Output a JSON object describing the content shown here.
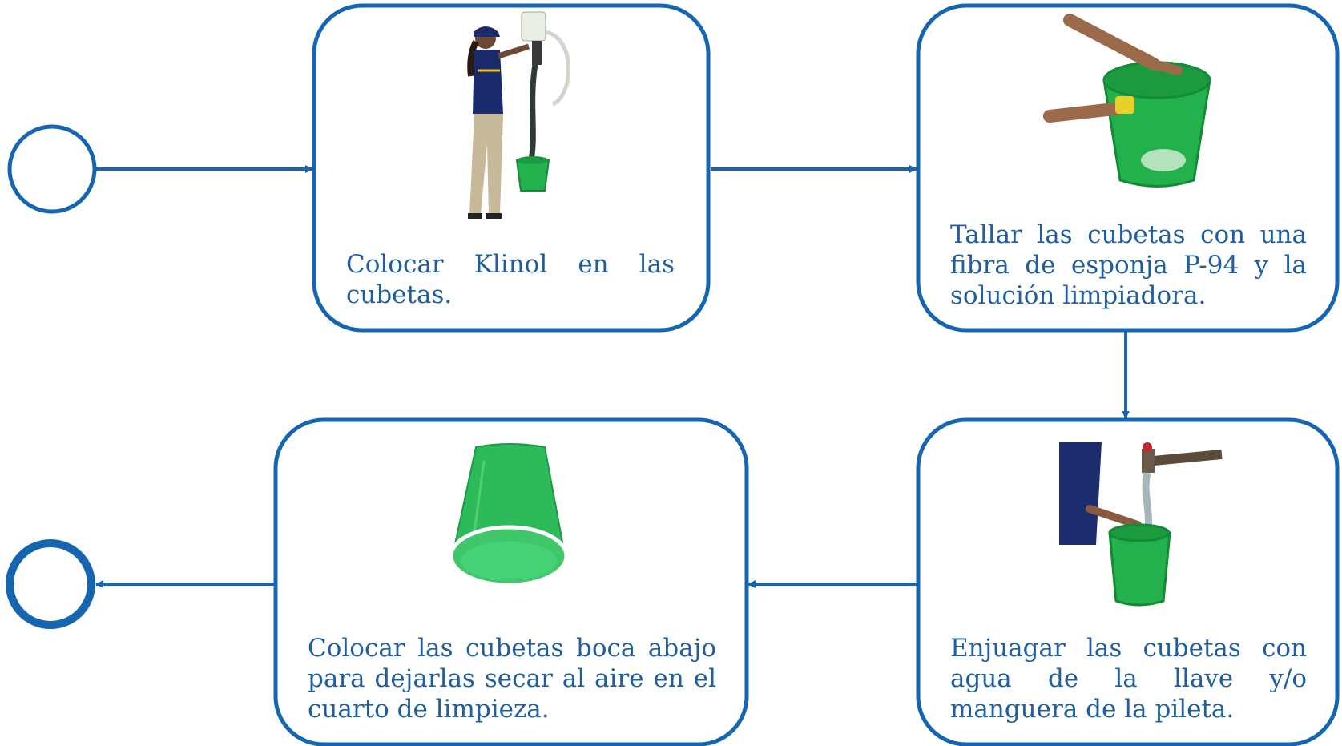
{
  "colors": {
    "stroke": "#1565b0",
    "text": "#1f5fa0",
    "bucket_green": "#22b14c",
    "bucket_dark": "#158a36"
  },
  "steps": [
    {
      "id": "step-1",
      "text": "Colocar Klinol en las cubetas.",
      "icon": "person-filling-bucket-illustration"
    },
    {
      "id": "step-2",
      "text": "Tallar las cubetas con una fibra de esponja P-94 y la solución limpiadora.",
      "icon": "hands-scrubbing-bucket-illustration"
    },
    {
      "id": "step-3",
      "text": "Enjuagar las cubetas con agua de la llave y/o manguera de la pileta.",
      "icon": "rinsing-bucket-under-tap-illustration"
    },
    {
      "id": "step-4",
      "text": "Colocar las cubetas boca abajo para dejarlas secar al aire en el cuarto de limpieza.",
      "icon": "upside-down-bucket-illustration"
    }
  ]
}
